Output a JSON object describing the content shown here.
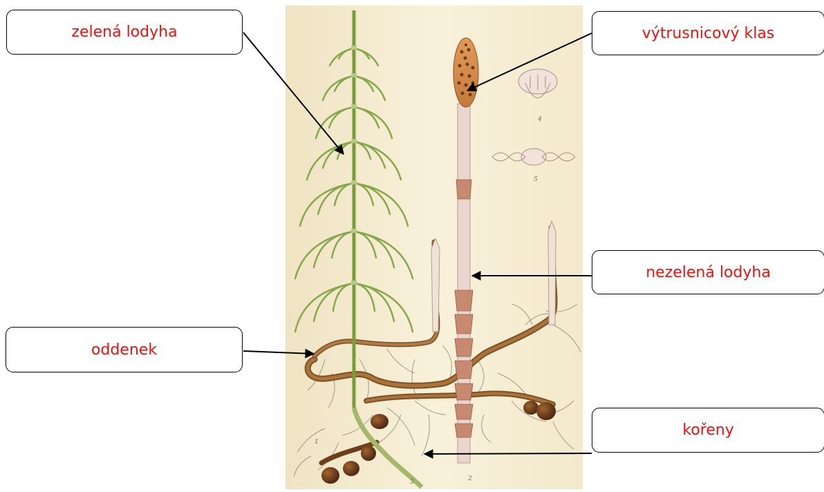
{
  "labels": {
    "green_stem": "zelená lodyha",
    "spore_spike": "výtrusnicový klas",
    "non_green_stem": "nezelená lodyha",
    "rhizome": "oddenek",
    "roots": "kořeny"
  },
  "figure_numbers": [
    "1",
    "2",
    "3",
    "4",
    "5"
  ],
  "colors": {
    "label_text": "#ee1111",
    "plate_background": "#f6efd6",
    "green_stem": "#7b9c3a",
    "rhizome": "#8a5a2a",
    "fertile_stem": "#e6cfc6",
    "arrow": "#000000"
  }
}
